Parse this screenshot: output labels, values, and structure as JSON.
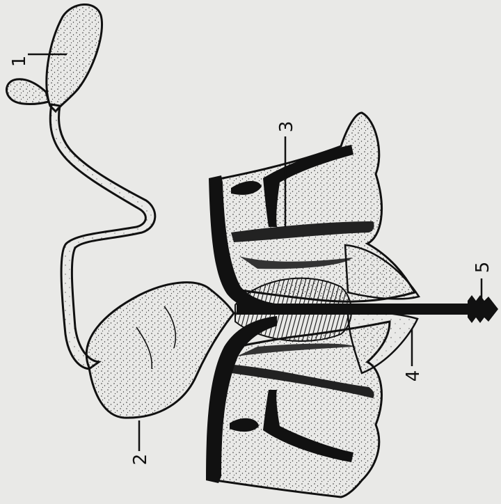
{
  "figure": {
    "labels": {
      "l1": "1",
      "l2": "2",
      "l3": "3",
      "l4": "4",
      "l5": "5"
    },
    "colors": {
      "paper": "#e9e9e7",
      "ink": "#111111",
      "fill": "#f4f4f2"
    }
  }
}
